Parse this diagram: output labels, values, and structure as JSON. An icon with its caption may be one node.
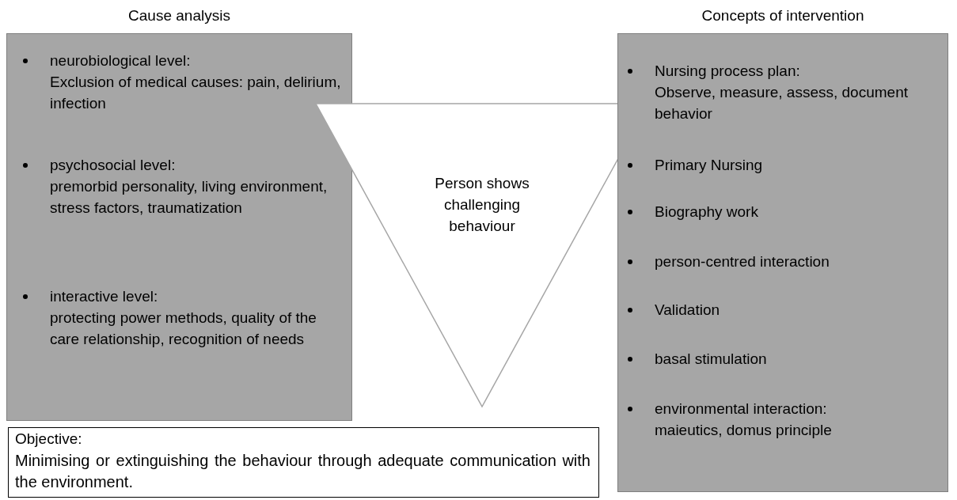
{
  "diagram": {
    "nodes": [
      {
        "text": [
          "Cause analysis",
          "neurobiological level:",
          "Exclusion of medical causes: pain, delirium, infection",
          "psychosocial level:",
          "premorbid personality, living environment, stress factors, traumatization",
          "interactive level:",
          "protecting power methods, quality of the care relationship, recognition of needs"
        ]
      },
      {
        "text": [
          "Person shows challenging behaviour"
        ]
      },
      {
        "text": [
          "Concepts of intervention",
          "Nursing process plan:",
          "Observe, measure, assess, document behavior",
          "Primary Nursing",
          "Biography work",
          "person-centred interaction",
          "Validation",
          "basal stimulation",
          "environmental interaction:",
          "maieutics, domus principle"
        ]
      },
      {
        "text": [
          "Objective:",
          "Minimising or extinguishing the behaviour through adequate communication with the environment."
        ]
      }
    ],
    "edges": []
  }
}
